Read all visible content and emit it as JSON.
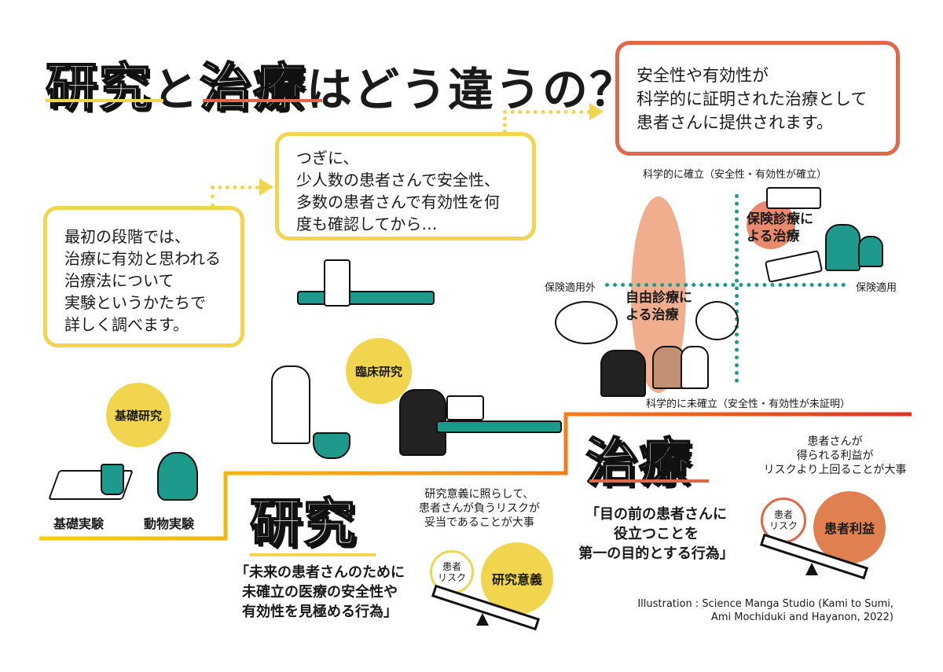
{
  "title": {
    "part1": "研究",
    "part2": "と",
    "part3": "治療",
    "part4": "はどう違うの？"
  },
  "steps": [
    {
      "text": "最初の段階では、\n治療に有効と思われる\n治療法について\n実験というかたちで\n詳しく調べます。"
    },
    {
      "text": "つぎに、\n少人数の患者さんで安全性、\n多数の患者さんで有効性を何\n度も確認してから…"
    },
    {
      "text": "安全性や有効性が\n科学的に証明された治療として\n患者さんに提供されます。"
    }
  ],
  "research": {
    "basic_label": "基礎研究",
    "clinical_label": "臨床研究",
    "basic_experiment": "基礎実験",
    "animal_experiment": "動物実験",
    "heading": "研究",
    "definition": "「未来の患者さんのために\n未確立の医療の安全性や\n有効性を見極める行為」",
    "note": "研究意義に照らして、\n患者さんが負うリスクが\n妥当であることが大事",
    "risk_label": "患者\nリスク",
    "benefit_label": "研究意義"
  },
  "treatment": {
    "heading": "治療",
    "definition": "「目の前の患者さんに\n役立つことを\n第一の目的とする行為」",
    "note": "患者さんが\n得られる利益が\nリスクより上回ることが大事",
    "risk_label": "患者\nリスク",
    "benefit_label": "患者利益"
  },
  "quadrant": {
    "top": "科学的に確立（安全性・有効性が確立）",
    "bottom": "科学的に未確立（安全性・有効性が未証明）",
    "left": "保険適用外",
    "right": "保険適用",
    "free_care": "自由診療に\nよる治療",
    "insured_care": "保険診療に\nよる治療"
  },
  "credit": "Illustration : Science Manga Studio (Kami to Sumi,\nAmi Mochiduki and Hayanon, 2022)",
  "colors": {
    "yellow": "#f1d54e",
    "orange": "#e0674a",
    "teal": "#1e9a8c",
    "salmon": "#eea07a"
  }
}
